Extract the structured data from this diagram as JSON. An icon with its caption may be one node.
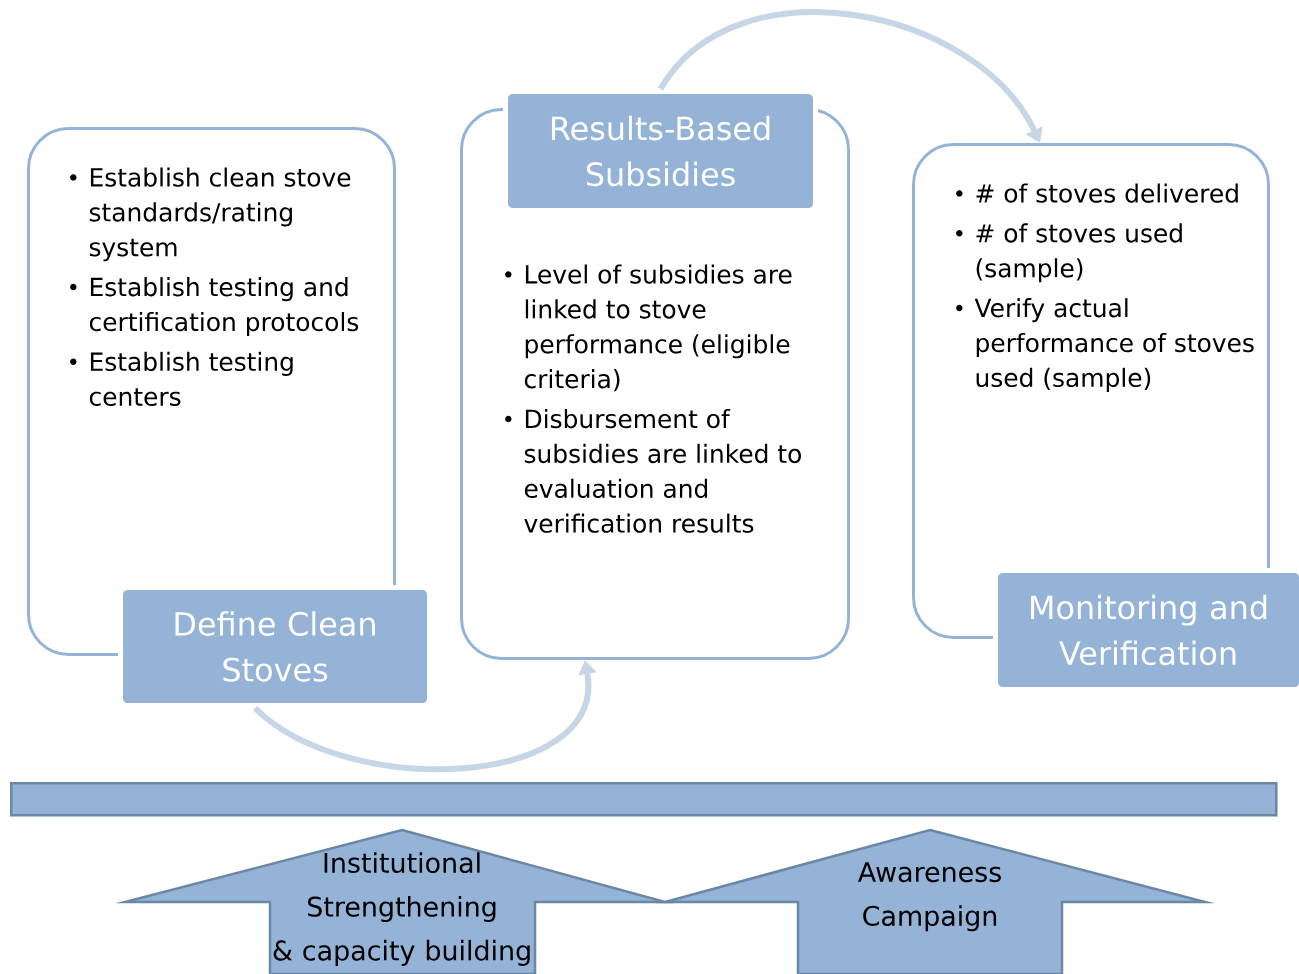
{
  "diagram": {
    "nodes": [
      {
        "text": [
          "Establish clean stove standards/rating system",
          "Establish testing and certification protocols",
          "Establish testing centers"
        ]
      },
      {
        "text": [
          "Define Clean Stoves"
        ]
      },
      {
        "text": [
          "Level of subsidies are linked to stove performance (eligible criteria)",
          "Disbursement of subsidies are linked to evaluation and verification results"
        ]
      },
      {
        "text": [
          "Results-Based Subsidies"
        ]
      },
      {
        "text": [
          "# of stoves delivered",
          "# of stoves used (sample)",
          "Verify actual performance of stoves used (sample)"
        ]
      },
      {
        "text": [
          "Monitoring and Verification"
        ]
      },
      {
        "text": [],
        "shape": "bar"
      },
      {
        "text": [
          "Institutional Strengthening & capacity building"
        ]
      },
      {
        "text": [
          "Awareness Campaign"
        ]
      }
    ],
    "edges": [
      {
        "from": 1,
        "to": 2,
        "arrow": "to"
      },
      {
        "from": 3,
        "to": 4,
        "arrow": "to"
      }
    ]
  }
}
